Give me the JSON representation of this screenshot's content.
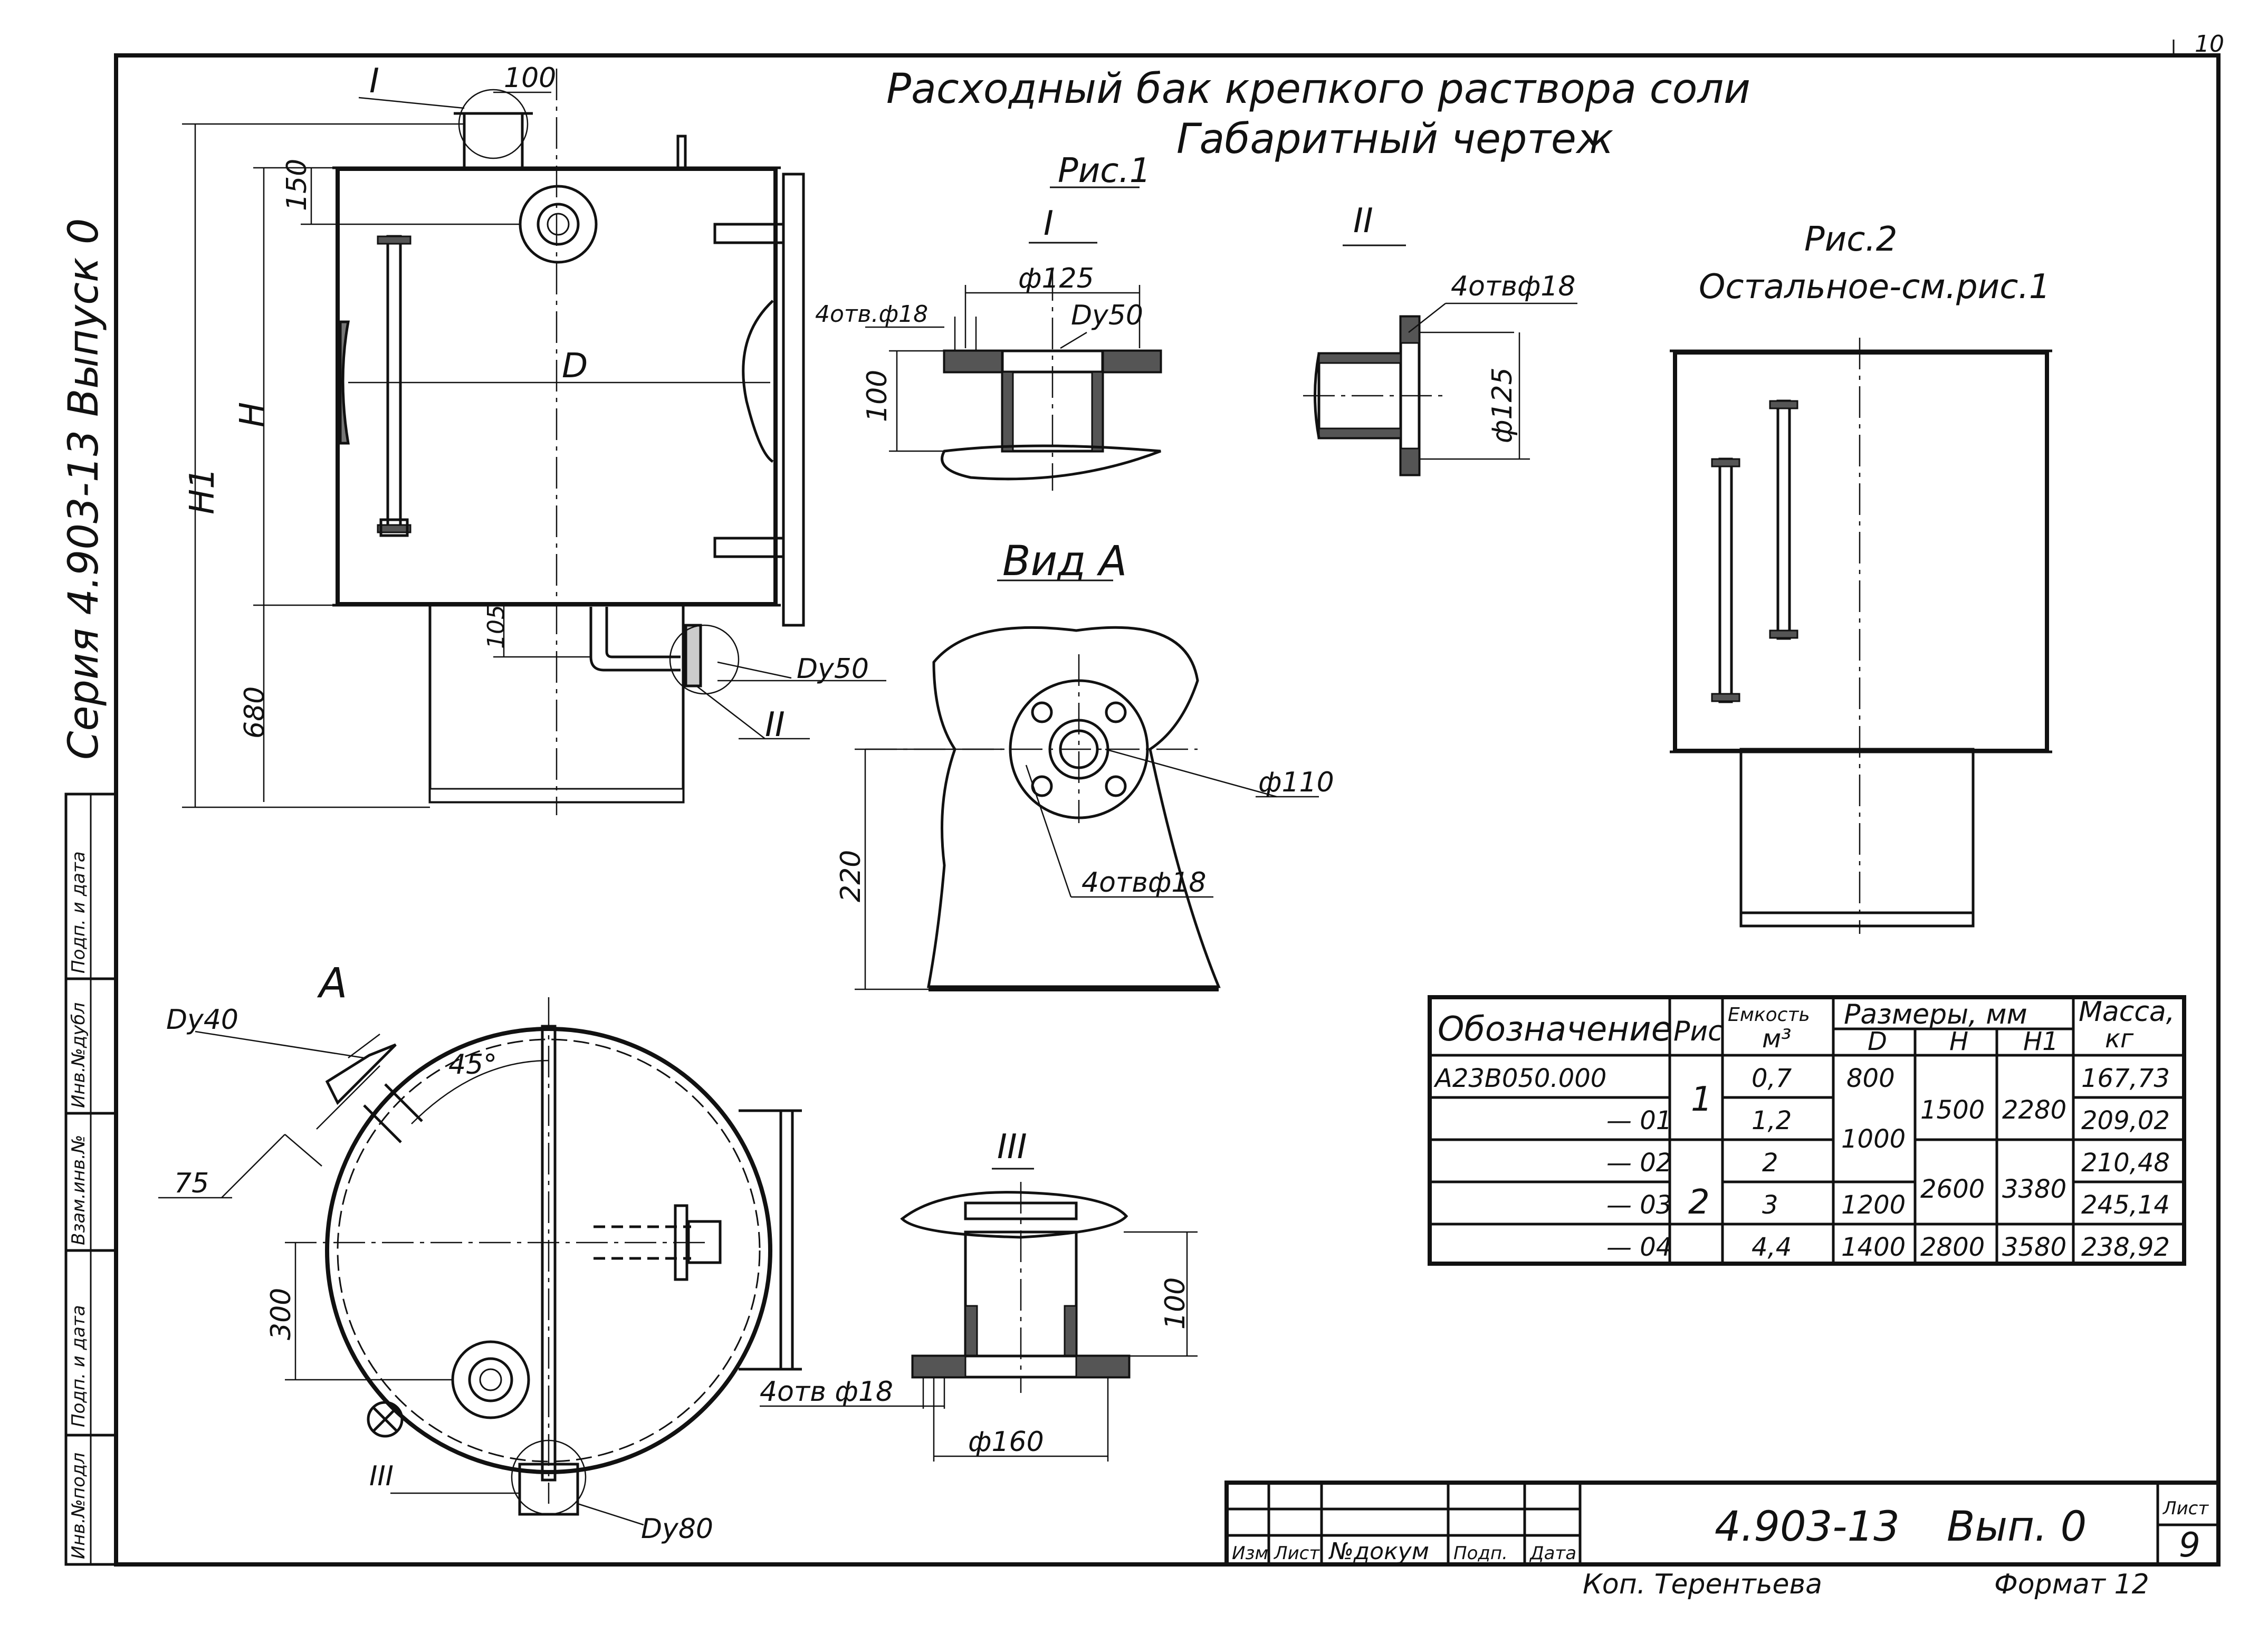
{
  "sheet": {
    "corner_number": "10",
    "title_line1": "Расходный бак крепкого раствора соли",
    "title_line2": "Габаритный чертеж",
    "series_text": "Серия 4.903-13 Выпуск 0",
    "side_stamp": [
      "Инв.№подл",
      "Подп. и дата",
      "Взам.инв.№",
      "Инв.№дубл",
      "Подп. и дата"
    ]
  },
  "views": {
    "fig1_label": "Рис.1",
    "fig2_label": "Рис.2",
    "fig2_note": "Остальное-см.рис.1",
    "section_I": "I",
    "section_II": "II",
    "section_III": "III",
    "view_A": "Вид А",
    "letter_A": "A"
  },
  "dimensions": {
    "d100_top": "100",
    "d150": "150",
    "H": "H",
    "H1": "H1",
    "D": "D",
    "d680": "680",
    "d105": "105",
    "dy50_main": "Dy50",
    "I_phi125": "ф125",
    "I_holes": "4отв.ф18",
    "I_dy50": "Dy50",
    "I_100": "100",
    "II_holes": "4отвф18",
    "II_phi125": "ф125",
    "A_phi110": "ф110",
    "A_220": "220",
    "A_holes": "4отвф18",
    "plan_dy40": "Dy40",
    "plan_45": "45°",
    "plan_75": "75",
    "plan_300": "300",
    "plan_dy80": "Dy80",
    "III_100": "100",
    "III_holes": "4отв ф18",
    "III_phi160": "ф160"
  },
  "spec_table": {
    "headers": {
      "designation": "Обозначение",
      "fig": "Рис",
      "capacity": "Емкость",
      "capacity_unit": "м³",
      "sizes": "Размеры, мм",
      "D": "D",
      "H": "H",
      "H1": "H1",
      "mass": "Масса,",
      "mass_unit": "кг"
    },
    "rows": [
      {
        "designation": "А23В050.000",
        "capacity": "0,7",
        "D": "800",
        "mass": "167,73"
      },
      {
        "designation": "— 01",
        "capacity": "1,2",
        "mass": "209,02"
      },
      {
        "designation": "— 02",
        "capacity": "2",
        "mass": "210,48"
      },
      {
        "designation": "— 03",
        "capacity": "3",
        "D": "1200",
        "mass": "245,14"
      },
      {
        "designation": "— 04",
        "capacity": "4,4",
        "D": "1400",
        "H": "2800",
        "H1": "3580",
        "mass": "238,92"
      }
    ],
    "merged": {
      "fig_1": "1",
      "fig_2": "2",
      "D_1000": "1000",
      "H_1500": "1500",
      "H1_2280": "2280",
      "H_2600": "2600",
      "H1_3380": "3380"
    }
  },
  "title_block": {
    "code": "4.903-13",
    "issue": "Вып. 0",
    "sheet_label": "Лист",
    "sheet_no": "9",
    "cols": [
      "Изм",
      "Лист",
      "№докум",
      "Подп.",
      "Дата"
    ],
    "copied_by": "Коп. Терентьева",
    "format": "Формат 12"
  }
}
